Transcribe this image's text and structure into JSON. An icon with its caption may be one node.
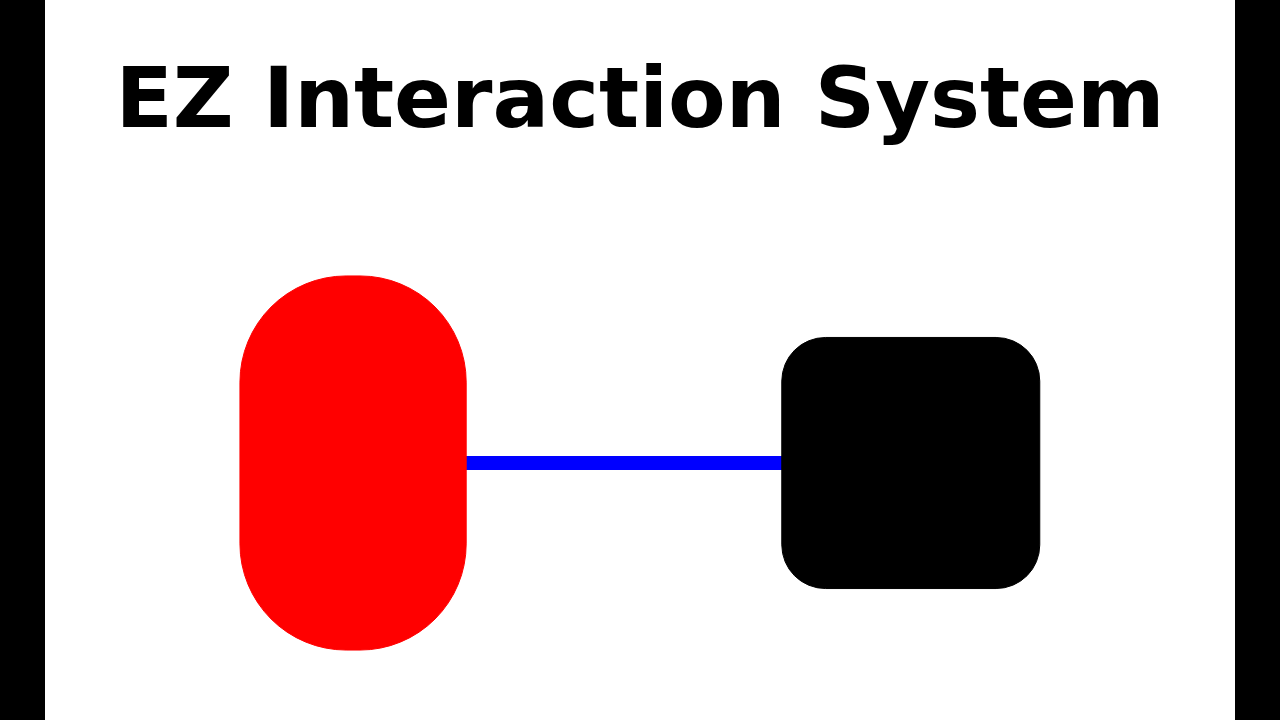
{
  "diagram": {
    "title": "EZ Interaction System",
    "nodes": [
      {
        "text": [],
        "shape": "capsule"
      },
      {
        "text": [],
        "shape": "box"
      }
    ],
    "edges": [
      {
        "from": 0,
        "to": 1,
        "arrow": "none",
        "color": "#0000ff"
      }
    ]
  }
}
